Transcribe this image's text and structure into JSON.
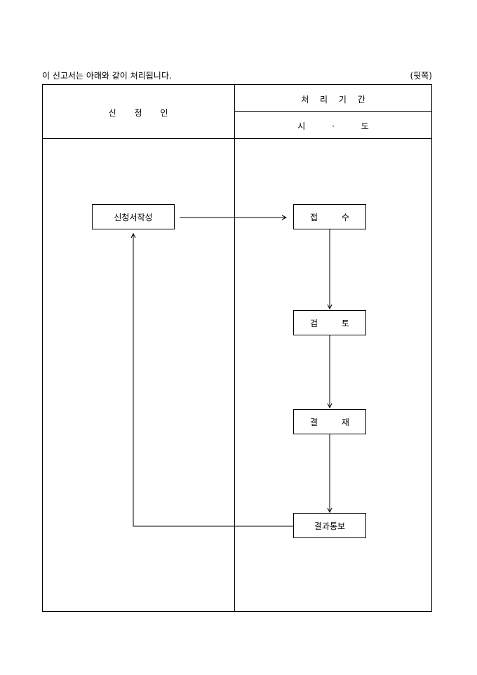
{
  "header": {
    "intro": "이 신고서는 아래와 같이 처리됩니다.",
    "page_side": "(뒷쪽)"
  },
  "table": {
    "applicant_header": "신 청 인",
    "processing_period": "처 리 기 간",
    "authority": "시 · 도"
  },
  "flow": {
    "steps": {
      "write": "신청서작성",
      "receive": "접 수",
      "review": "검 토",
      "approve": "결 재",
      "notify": "결과통보"
    }
  }
}
